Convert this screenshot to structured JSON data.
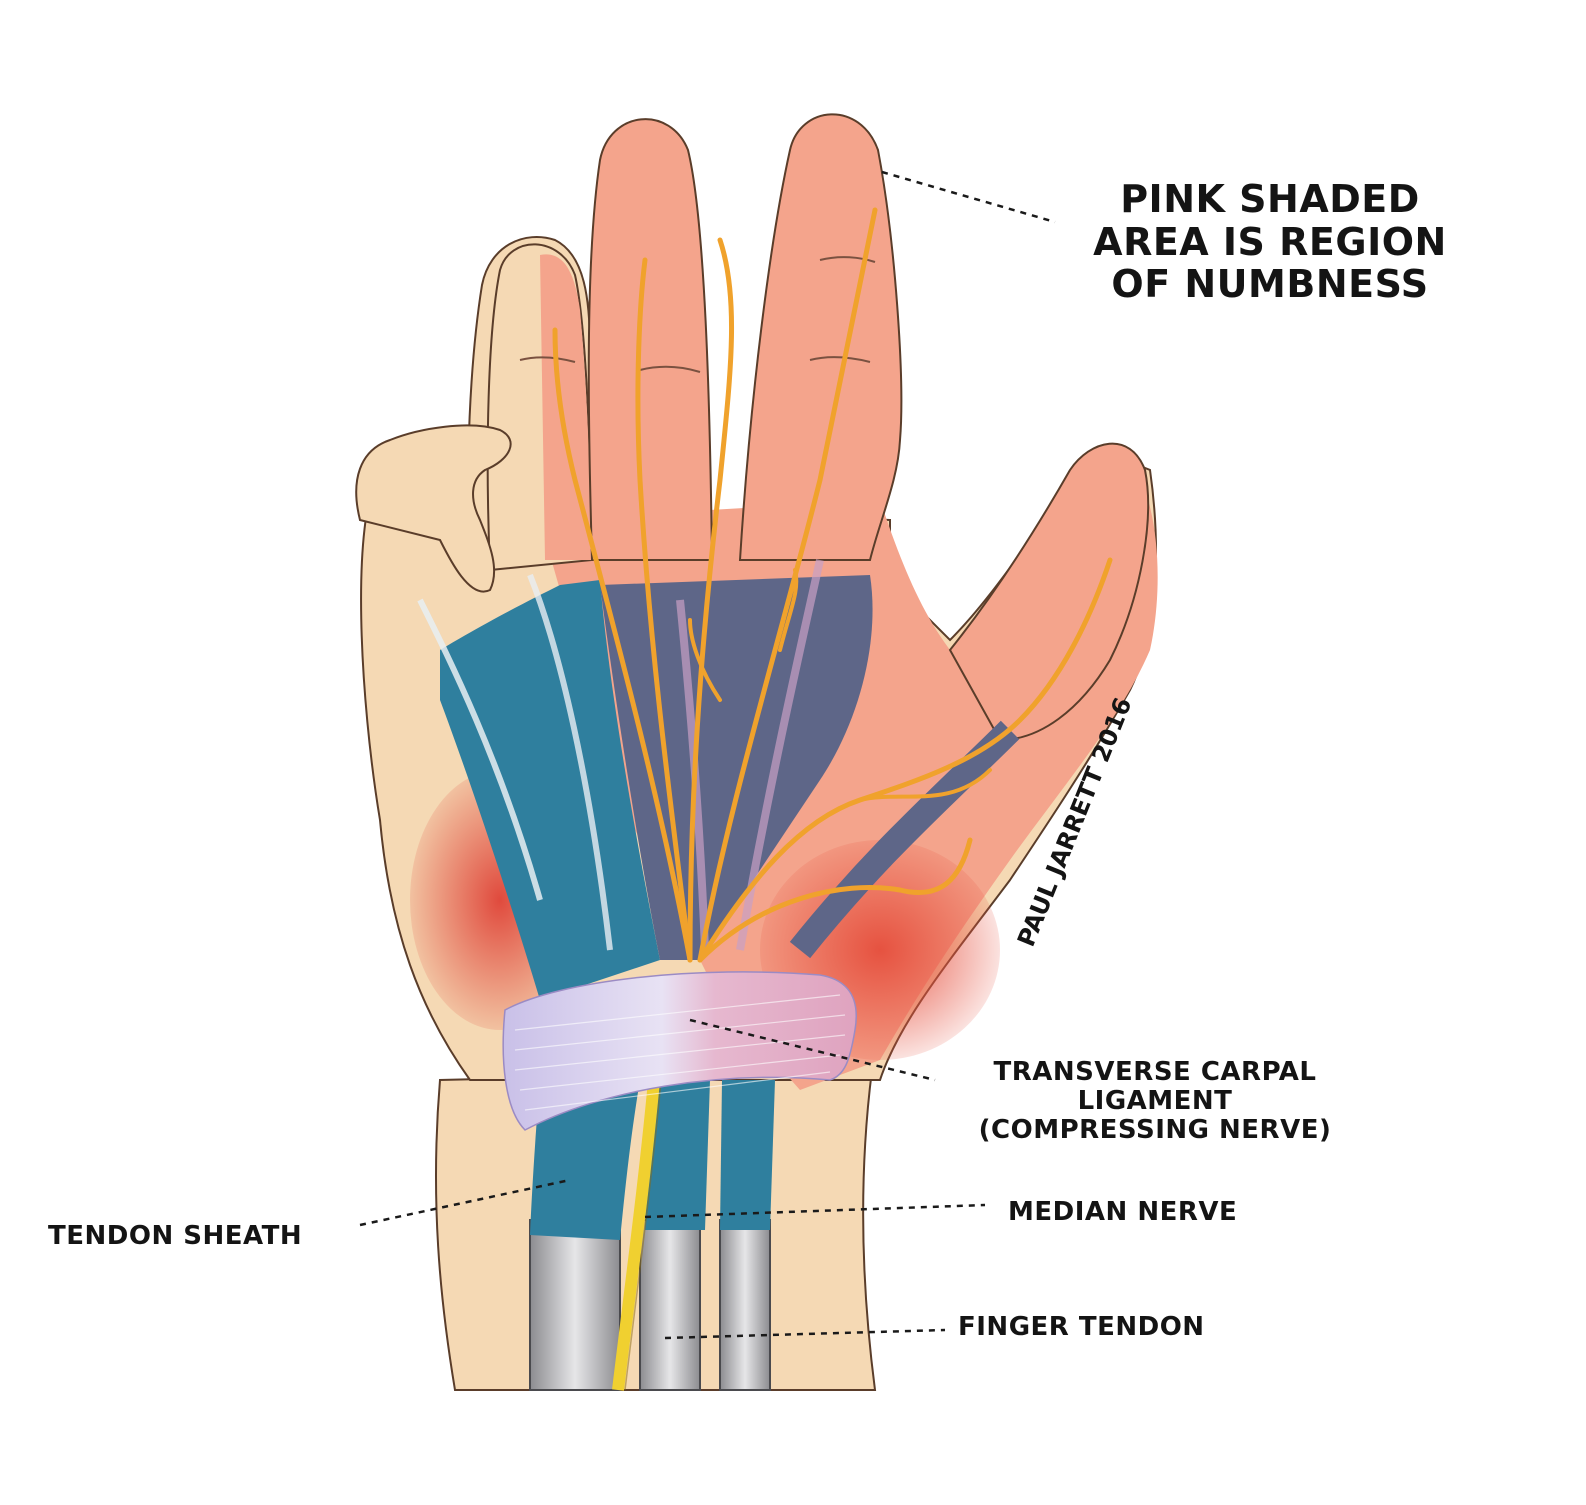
{
  "labels": {
    "numbness_line1": "PINK SHADED",
    "numbness_line2": "AREA IS REGION",
    "numbness_line3": "OF NUMBNESS",
    "ligament_line1": "TRANSVERSE CARPAL",
    "ligament_line2": "LIGAMENT",
    "ligament_line3": "(COMPRESSING NERVE)",
    "tendon_sheath": "TENDON SHEATH",
    "median_nerve": "MEDIAN NERVE",
    "finger_tendon": "FINGER TENDON"
  },
  "signature": "PAUL JARRETT 2016",
  "colors": {
    "skin": "#f5d9b4",
    "numb_skin": "#f4a48c",
    "tendon_sheath": "#2f7f9e",
    "palm_fascia": "#5e6688",
    "nerve": "#f0a22c",
    "muscle": "#e2564a",
    "ligament": "#ddd0ee",
    "finger_tendon": "#a9a9ad",
    "median_nerve_wrist": "#f0d030"
  }
}
